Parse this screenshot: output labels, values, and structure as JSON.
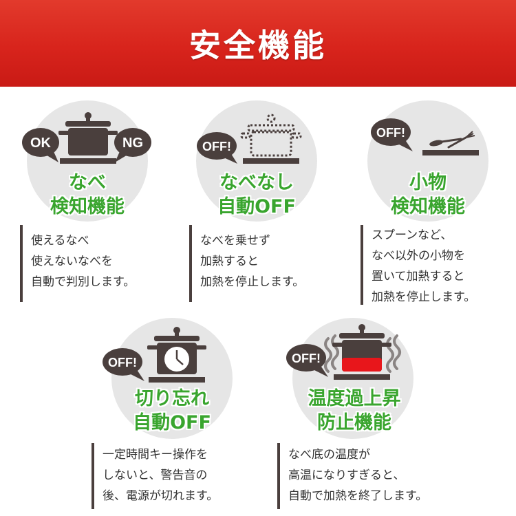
{
  "banner": {
    "title": "安全機能"
  },
  "colors": {
    "banner_red": "#d8241c",
    "title_green": "#39a52e",
    "icon_brown": "#4a3f3d",
    "circle_gray": "#e6e6e6",
    "heat_red": "#e8161b"
  },
  "features": [
    {
      "title_lines": [
        "なべ",
        "検知機能"
      ],
      "desc_lines": [
        "使えるなべ",
        "使えないなべを",
        "自動で判別します。"
      ],
      "badges": [
        "OK",
        "NG"
      ],
      "icon": "pot-on-stove-icon"
    },
    {
      "title_lines": [
        "なべなし",
        "自動OFF"
      ],
      "desc_lines": [
        "なべを乗せず",
        "加熱すると",
        "加熱を停止します。"
      ],
      "badges": [
        "OFF!"
      ],
      "icon": "dotted-pot-outline-icon"
    },
    {
      "title_lines": [
        "小物",
        "検知機能"
      ],
      "desc_lines": [
        "スプーンなど、",
        "なべ以外の小物を",
        "置いて加熱すると",
        "加熱を停止します。"
      ],
      "badges": [
        "OFF!"
      ],
      "icon": "spoon-fork-on-stove-icon"
    },
    {
      "title_lines": [
        "切り忘れ",
        "自動OFF"
      ],
      "desc_lines": [
        "一定時間キー操作を",
        "しないと、警告音の",
        "後、電源が切れます。"
      ],
      "badges": [
        "OFF!"
      ],
      "icon": "pot-with-clock-icon"
    },
    {
      "title_lines": [
        "温度過上昇",
        "防止機能"
      ],
      "desc_lines": [
        "なべ底の温度が",
        "高温になりすぎると、",
        "自動で加熱を終了します。"
      ],
      "badges": [
        "OFF!"
      ],
      "icon": "overheating-pot-icon"
    }
  ]
}
